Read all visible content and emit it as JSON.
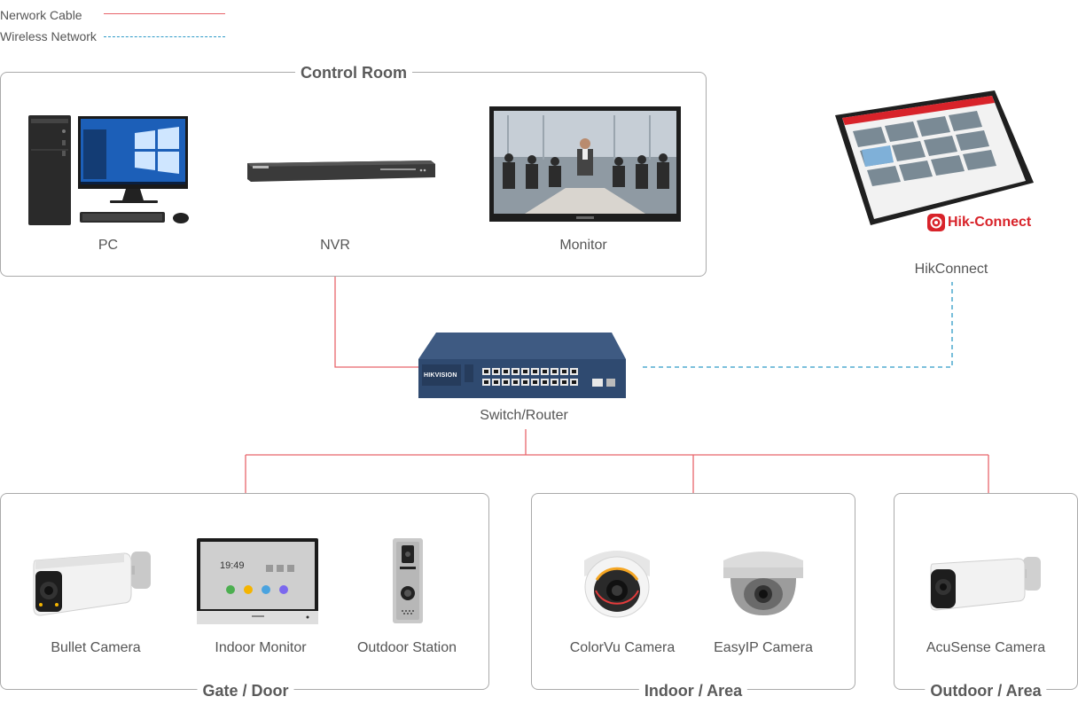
{
  "legend": {
    "cable_label": "Nerwork Cable",
    "wireless_label": "Wireless Network",
    "cable_color": "#e8656b",
    "wireless_color": "#2e9ac7"
  },
  "groups": {
    "control_room": "Control Room",
    "gate_door": "Gate / Door",
    "indoor_area": "Indoor / Area",
    "outdoor_area": "Outdoor / Area"
  },
  "devices": {
    "pc": "PC",
    "nvr": "NVR",
    "monitor": "Monitor",
    "hikconnect": "HikConnect",
    "switch": "Switch/Router",
    "bullet_camera": "Bullet Camera",
    "indoor_monitor": "Indoor Monitor",
    "outdoor_station": "Outdoor Station",
    "colorvu_camera": "ColorVu Camera",
    "easyip_camera": "EasyIP Camera",
    "acusense_camera": "AcuSense Camera"
  },
  "logos": {
    "hik_connect": "Hik-Connect",
    "hikvision": "HIKVISION",
    "clock": "19:49"
  }
}
